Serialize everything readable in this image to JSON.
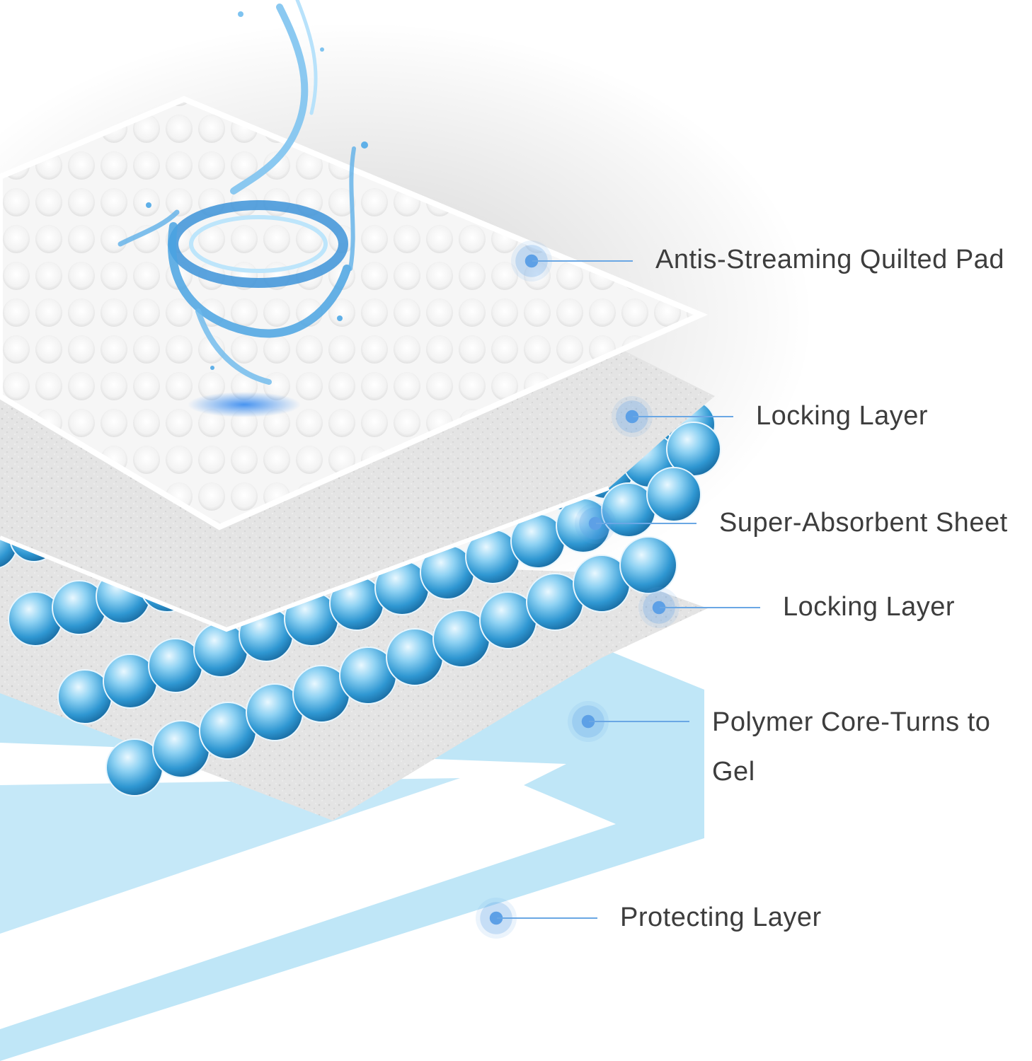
{
  "colors": {
    "accent": "#5da0e6",
    "text": "#3d3d3d",
    "protecting_layer": "#bfe6f7",
    "beads": "#3aa0d8"
  },
  "icons": [
    "water-splash-icon"
  ],
  "labels": [
    {
      "id": "antis-streaming-quilted-pad",
      "text": "Antis-Streaming Quilted Pad"
    },
    {
      "id": "locking-layer-top",
      "text": "Locking Layer"
    },
    {
      "id": "super-absorbent-sheet",
      "text": "Super-Absorbent Sheet"
    },
    {
      "id": "locking-layer-bottom",
      "text": "Locking Layer"
    },
    {
      "id": "polymer-core",
      "text": "Polymer Core-Turns to Gel"
    },
    {
      "id": "protecting-layer",
      "text": "Protecting Layer"
    }
  ]
}
